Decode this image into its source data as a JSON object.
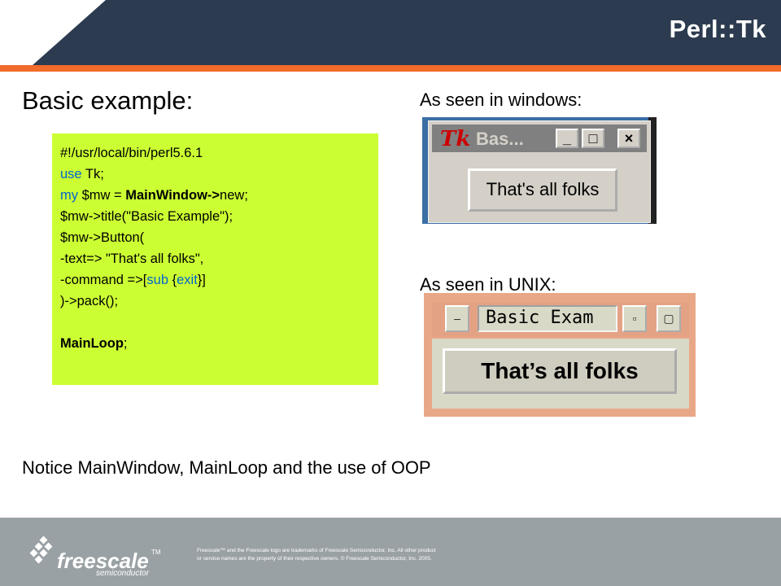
{
  "header": {
    "title": "Perl::Tk"
  },
  "left": {
    "heading": "Basic example:"
  },
  "code": {
    "l1": "#!/usr/local/bin/perl5.6.1",
    "l2_kw": "use",
    "l2_rest": " Tk;",
    "l3_kw": "my",
    "l3_a": " $mw = ",
    "l3_b": "MainWindow->",
    "l3_c": "new;",
    "l4": "$mw->title(\"Basic Example\");",
    "l5": "$mw->Button(",
    "l6": "-text=> \"That's all folks\",",
    "l7_a": "-command =>",
    "l7_b": "[",
    "l7_kw": "sub",
    "l7_c": " {",
    "l7_d": "exit",
    "l7_e": "}]",
    "l8": ")->pack();",
    "l9_a": "MainLoop",
    "l9_b": ";"
  },
  "windows": {
    "heading": "As seen in windows:",
    "icon_label": "Tk",
    "caption": "Bas...",
    "minimize_glyph": "_",
    "maximize_glyph": "□",
    "close_glyph": "×",
    "button_label": "That's all folks"
  },
  "unix": {
    "heading": "As seen in UNIX:",
    "menu_glyph": "–",
    "caption": "Basic Exam",
    "iconify_glyph": "▫",
    "maximize_glyph": "▢",
    "button_label": "That’s all folks"
  },
  "notice": "Notice MainWindow, MainLoop and the use of OOP",
  "footer": {
    "brand": "freescale",
    "tm": "TM",
    "sub": "semiconductor",
    "legal_1": "Freescale™ and the Freescale logo are trademarks of Freescale Semiconductor, Inc. All other product",
    "legal_2": "or service names are the property of their respective owners. © Freescale Semiconductor, Inc. 2005."
  },
  "colors": {
    "header_dark": "#2c3b4f",
    "header_accent": "#f26b2a",
    "code_bg": "#ccff33",
    "keyword": "#0066cc",
    "footer_gray": "#9aa1a5"
  }
}
